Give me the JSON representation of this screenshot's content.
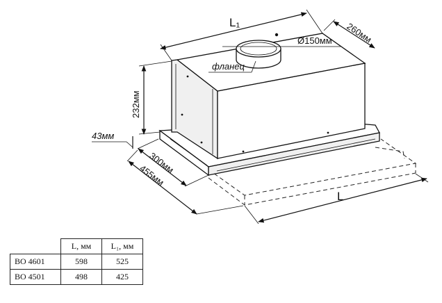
{
  "diagram": {
    "labels": {
      "length_l1": "L₁",
      "length_l": "L",
      "flange_diameter": "Ø150мм",
      "flange": "фланец",
      "depth_top": "260мм",
      "height_body": "232мм",
      "height_base": "43мм",
      "depth_300": "300мм",
      "depth_455": "455мм"
    }
  },
  "table": {
    "headers": [
      "",
      "L, мм",
      "L₁, мм"
    ],
    "rows": [
      {
        "model": "BO 4601",
        "l": "598",
        "l1": "525"
      },
      {
        "model": "BO 4501",
        "l": "498",
        "l1": "425"
      }
    ]
  }
}
